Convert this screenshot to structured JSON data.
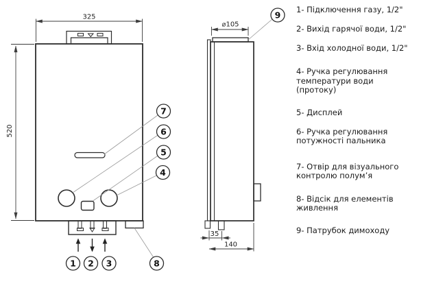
{
  "legend": {
    "items": [
      {
        "label": "1- Підключення газу, 1/2\""
      },
      {
        "label": "2- Вихід гарячої води, 1/2\""
      },
      {
        "label": "3- Вхід холодної води, 1/2\""
      },
      {
        "label": "4- Ручка регулювання температури води (протоку)"
      },
      {
        "label": "5- Дисплей"
      },
      {
        "label": "6- Ручка регулювання потужності пальника"
      },
      {
        "label": "7- Отвір для візуального контролю полум’я"
      },
      {
        "label": "8- Відсік для елементів живлення"
      },
      {
        "label": "9- Патрубок димоходу"
      }
    ]
  },
  "dims": {
    "front_width": "325",
    "front_height": "520",
    "chimney_diameter": "⌀105",
    "pipe_offset": "35",
    "depth": "140"
  },
  "callouts": {
    "n1": "1",
    "n2": "2",
    "n3": "3",
    "n4": "4",
    "n5": "5",
    "n6": "6",
    "n7": "7",
    "n8": "8",
    "n9": "9"
  },
  "colors": {
    "line": "#2b2b2b",
    "leader": "#999999",
    "text": "#1a1a1a",
    "background": "#ffffff"
  }
}
